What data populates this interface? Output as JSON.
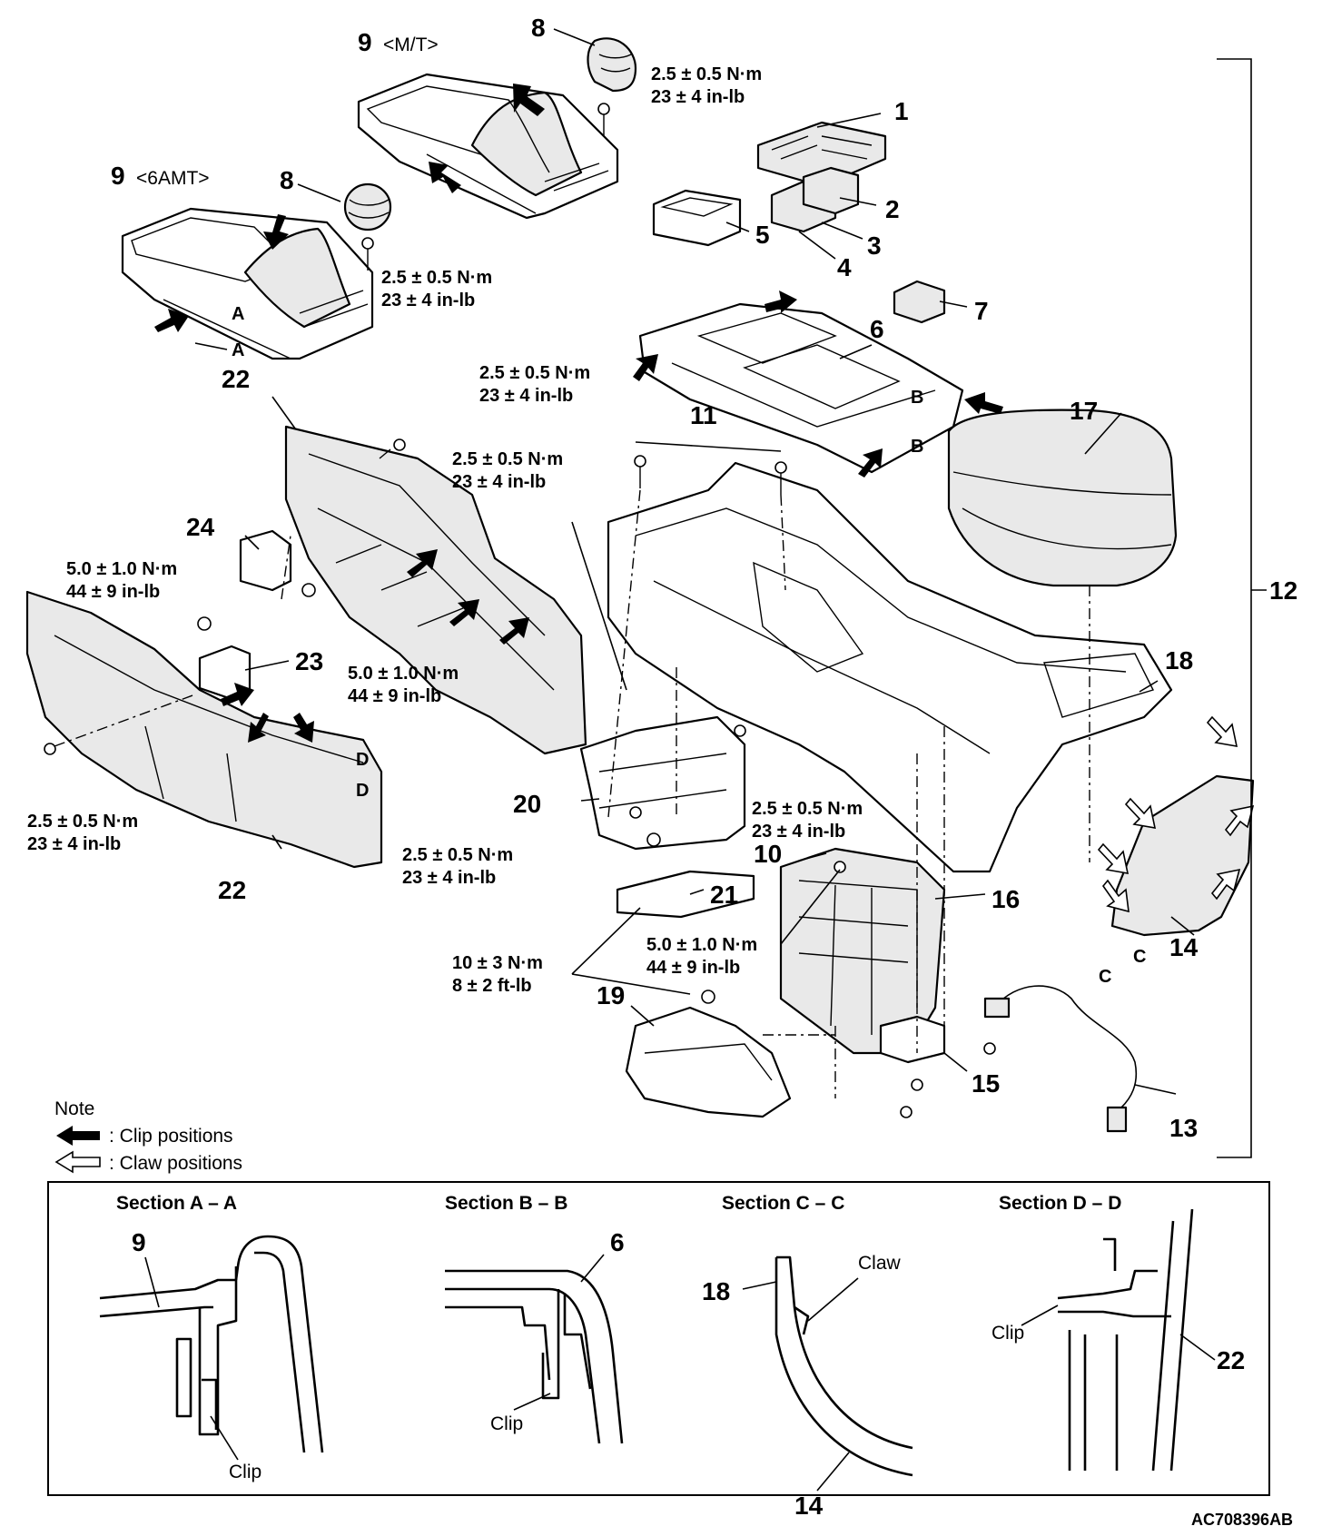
{
  "part_numbers": {
    "p1": "1",
    "p2": "2",
    "p3": "3",
    "p4": "4",
    "p5": "5",
    "p6": "6",
    "p7": "7",
    "p8a": "8",
    "p8b": "8",
    "p9a": "9",
    "p9b": "9",
    "p10": "10",
    "p11": "11",
    "p12": "12",
    "p13": "13",
    "p14": "14",
    "p15": "15",
    "p16": "16",
    "p17": "17",
    "p18": "18",
    "p19": "19",
    "p20": "20",
    "p21": "21",
    "p22a": "22",
    "p22b": "22",
    "p23": "23",
    "p24": "24"
  },
  "variants": {
    "mt": "<M/T>",
    "amt": "<6AMT>"
  },
  "torque": {
    "small_nm": "2.5 ± 0.5 N·m",
    "small_inlb": "23 ± 4 in-lb",
    "mid_nm": "5.0 ± 1.0 N·m",
    "mid_inlb": "44 ± 9 in-lb",
    "big_nm": "10 ± 3 N·m",
    "big_ftlb": "8 ± 2 ft-lb"
  },
  "markers": {
    "a": "A",
    "b": "B",
    "c": "C",
    "d": "D"
  },
  "note": {
    "title": "Note",
    "clip": ": Clip positions",
    "claw": ": Claw positions"
  },
  "sections": {
    "aa": "Section A – A",
    "bb": "Section B – B",
    "cc": "Section C – C",
    "dd": "Section D – D",
    "clip": "Clip",
    "claw": "Claw"
  },
  "figure_id": "AC708396AB"
}
